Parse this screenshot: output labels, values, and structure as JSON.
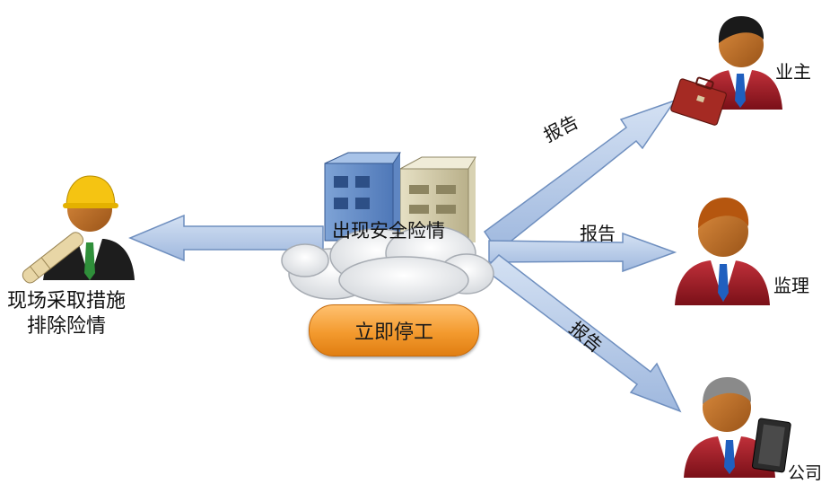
{
  "center": {
    "event_label": "出现安全险情",
    "action_button": "立即停工"
  },
  "left": {
    "caption_line1": "现场采取措施",
    "caption_line2": "排除险情"
  },
  "reports": {
    "to_owner": "报告",
    "to_supervisor": "报告",
    "to_company": "报告"
  },
  "roles": {
    "owner": "业主",
    "supervisor": "监理",
    "company": "公司"
  },
  "icons": [
    "construction-worker-icon",
    "buildings-icon",
    "cloud-icon",
    "businessman-briefcase-icon",
    "businessman-icon",
    "businessman-folder-icon"
  ],
  "colors": {
    "arrow_fill": "#a9c2e4",
    "arrow_stroke": "#6f8fbf",
    "button": "#f39a2e"
  }
}
